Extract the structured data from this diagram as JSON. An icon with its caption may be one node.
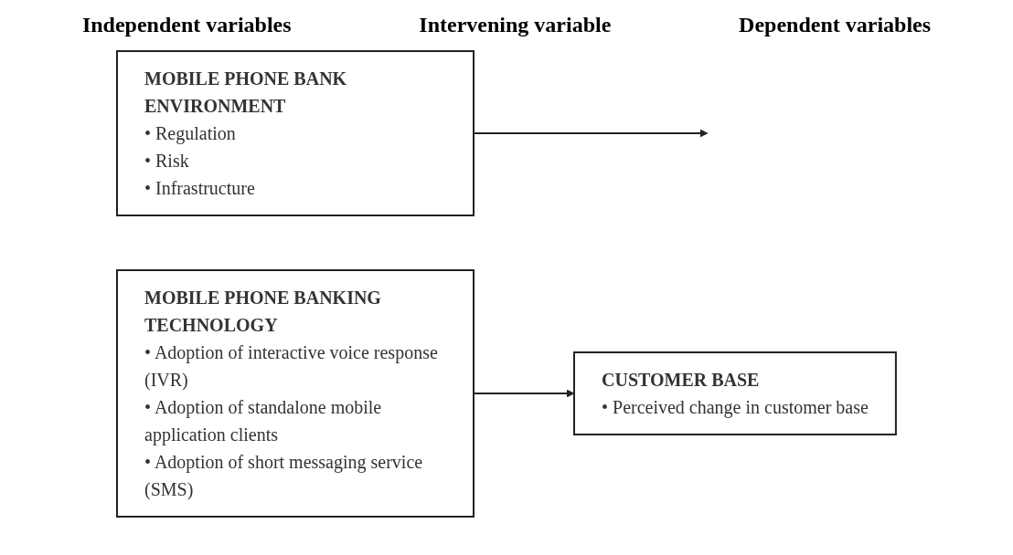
{
  "diagram": {
    "nodes": [
      {
        "text": [
          "MOBILE PHONE BANK ENVIRONMENT",
          "• Regulation",
          "• Risk",
          "• Infrastructure"
        ]
      },
      {
        "text": [
          "MOBILE PHONE BANKING TECHNOLOGY",
          "• Adoption of interactive voice response (IVR)",
          "• Adoption of standalone mobile application clients",
          "• Adoption of short messaging service (SMS)"
        ]
      },
      {
        "text": [
          "CUSTOMER BASE",
          "• Perceived change in customer base"
        ]
      }
    ],
    "edges": [
      {
        "from": 1,
        "to": 2,
        "arrow": "to"
      },
      {
        "from": 0,
        "to": null,
        "arrow": "to"
      }
    ],
    "labels": [
      "Independent variables",
      "Intervening variable",
      "Dependent variables"
    ]
  }
}
